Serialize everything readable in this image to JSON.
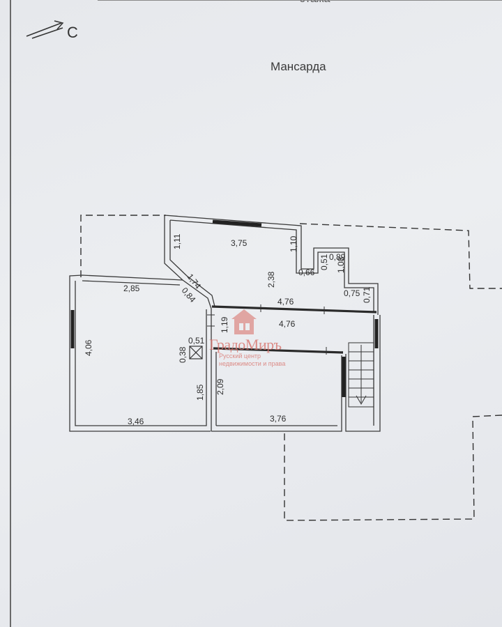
{
  "header": {
    "cut_text": "этажа"
  },
  "north": {
    "label": "С"
  },
  "title": "Мансарда",
  "dimensions": {
    "top_room_width": "3,75",
    "top_left_h": "1,11",
    "top_right_h": "1,10",
    "diag": "1,74",
    "top_depth": "2,38",
    "notch_066": "0,66",
    "notch_051": "0,51",
    "notch_089": "0,89",
    "notch_108": "1,08",
    "notch_075": "0,75",
    "notch_071": "0,71",
    "left_top": "2,85",
    "left_diag": "0,84",
    "left_height": "4,06",
    "left_bottom": "3,46",
    "hall_upper": "4,76",
    "hall_lower": "4,76",
    "hall_depth": "1,19",
    "vent_h": "0,38",
    "vent_w": "0,51",
    "corridor_h": "1,85",
    "room_h": "2,09",
    "room_bottom": "3,76"
  },
  "logo": {
    "name": "ГрадоМиръ",
    "subtitle_1": "Русский центр",
    "subtitle_2": "недвижимости и права",
    "color": "#d8746e"
  }
}
